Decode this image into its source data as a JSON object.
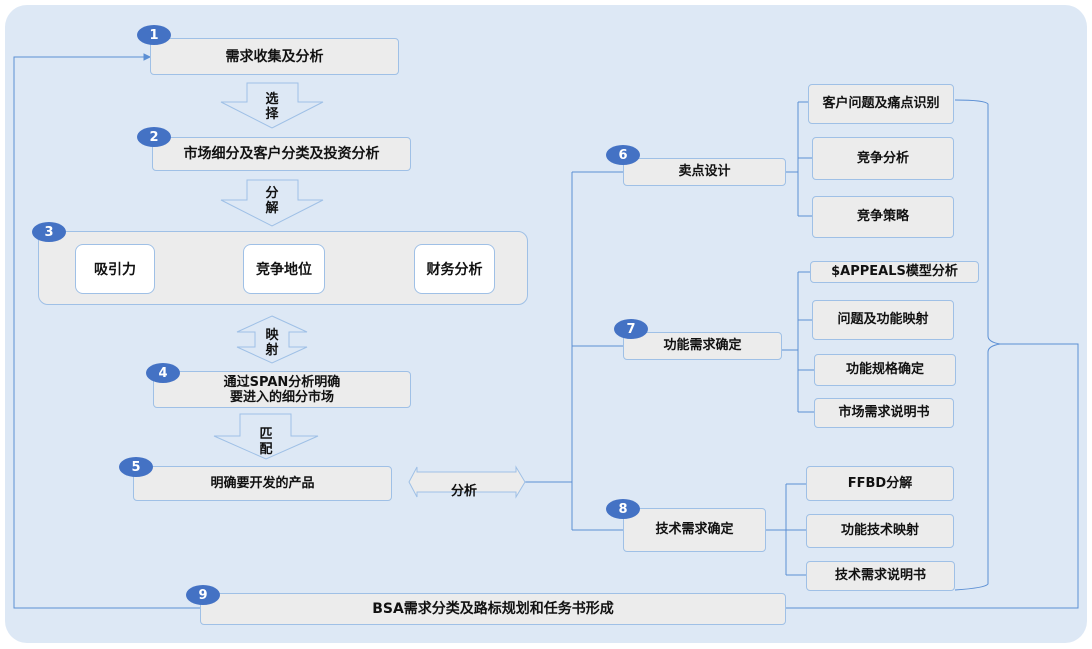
{
  "colors": {
    "background": "#dde8f5",
    "box_fill": "#ececec",
    "box_border": "#9fc0e6",
    "badge": "#4472c4",
    "connector": "#5b8fd4"
  },
  "steps": [
    {
      "num": "1",
      "label": "需求收集及分析"
    },
    {
      "num": "2",
      "label": "市场细分及客户分类及投资分析"
    },
    {
      "num": "3",
      "items": [
        "吸引力",
        "竞争地位",
        "财务分析"
      ]
    },
    {
      "num": "4",
      "label_line1": "通过SPAN分析明确",
      "label_line2": "要进入的细分市场"
    },
    {
      "num": "5",
      "label": "明确要开发的产品"
    },
    {
      "num": "6",
      "label": "卖点设计",
      "children": [
        "客户问题及痛点识别",
        "竞争分析",
        "竞争策略"
      ]
    },
    {
      "num": "7",
      "label": "功能需求确定",
      "children": [
        "$APPEALS模型分析",
        "问题及功能映射",
        "功能规格确定",
        "市场需求说明书"
      ]
    },
    {
      "num": "8",
      "label": "技术需求确定",
      "children": [
        "FFBD分解",
        "功能技术映射",
        "技术需求说明书"
      ]
    },
    {
      "num": "9",
      "label": "BSA需求分类及路标规划和任务书形成"
    }
  ],
  "arrows": {
    "select": [
      "选",
      "择"
    ],
    "decompose": [
      "分",
      "解"
    ],
    "map": [
      "映",
      "射"
    ],
    "match": [
      "匹",
      "配"
    ],
    "analyze": "分析"
  }
}
